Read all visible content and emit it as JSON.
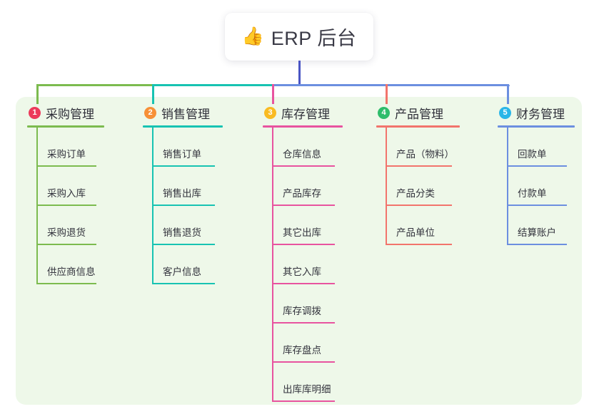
{
  "root": {
    "icon": "thumbs-up-icon",
    "emoji": "👍",
    "title": "ERP 后台"
  },
  "palette": {
    "panel_bg": "#eef8e9",
    "page_bg": "#ffffff",
    "root_text": "#3a3a46",
    "trunk_blue": "#4a55c4",
    "branch1": "#7cbb4f",
    "branch2": "#17c3b2",
    "branch3": "#e8539f",
    "branch4": "#f2746c",
    "branch5": "#6c8fe0",
    "badge1": "#ec3a5b",
    "badge2": "#f79037",
    "badge3": "#f9bb22",
    "badge4": "#2ebd6b",
    "badge5": "#29b6e8"
  },
  "branches": [
    {
      "number": "1",
      "title": "采购管理",
      "badge_color": "#ec3a5b",
      "line_color": "#7cbb4f",
      "items": [
        "采购订单",
        "采购入库",
        "采购退货",
        "供应商信息"
      ]
    },
    {
      "number": "2",
      "title": "销售管理",
      "badge_color": "#f79037",
      "line_color": "#17c3b2",
      "items": [
        "销售订单",
        "销售出库",
        "销售退货",
        "客户信息"
      ]
    },
    {
      "number": "3",
      "title": "库存管理",
      "badge_color": "#f9bb22",
      "line_color": "#e8539f",
      "items": [
        "仓库信息",
        "产品库存",
        "其它出库",
        "其它入库",
        "库存调拨",
        "库存盘点",
        "出库库明细"
      ]
    },
    {
      "number": "4",
      "title": "产品管理",
      "badge_color": "#2ebd6b",
      "line_color": "#f2746c",
      "items": [
        "产品（物料）",
        "产品分类",
        "产品单位"
      ]
    },
    {
      "number": "5",
      "title": "财务管理",
      "badge_color": "#29b6e8",
      "line_color": "#6c8fe0",
      "items": [
        "回款单",
        "付款单",
        "结算账户"
      ]
    }
  ]
}
